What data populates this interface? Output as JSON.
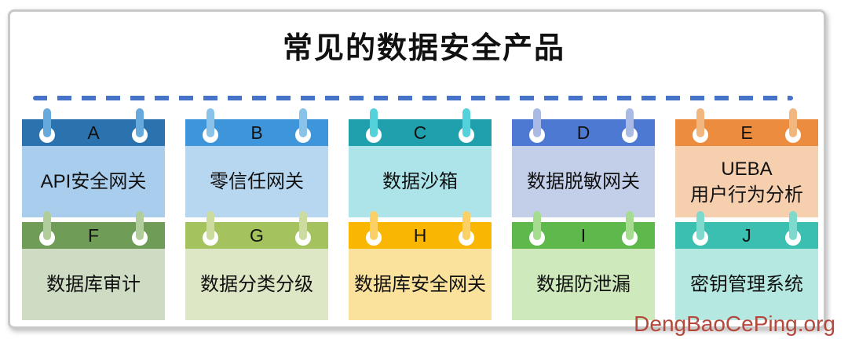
{
  "title": "常见的数据安全产品",
  "watermark": "DengBaoCePing.org",
  "colors": {
    "dash": "#4573C8",
    "watermark": "#B4483C",
    "frame_border": "#C9C9C9",
    "text": "#111111"
  },
  "cards": [
    {
      "letter": "A",
      "label": "API安全网关",
      "header_color": "#2B73AF",
      "body_color": "#A9CDED",
      "pin_color": "#66A9DC"
    },
    {
      "letter": "B",
      "label": "零信任网关",
      "header_color": "#3E95D9",
      "body_color": "#B7D6F0",
      "pin_color": "#8AC3EA"
    },
    {
      "letter": "C",
      "label": "数据沙箱",
      "header_color": "#20A0AC",
      "body_color": "#ACE4EA",
      "pin_color": "#54D2DC"
    },
    {
      "letter": "D",
      "label": "数据脱敏网关",
      "header_color": "#4D79D3",
      "body_color": "#C3CEE9",
      "pin_color": "#A9BBE4"
    },
    {
      "letter": "E",
      "label": "UEBA\n用户行为分析",
      "header_color": "#EC8C3E",
      "body_color": "#F6CFAE",
      "pin_color": "#F2B67F"
    },
    {
      "letter": "F",
      "label": "数据库审计",
      "header_color": "#6F9D57",
      "body_color": "#CFDCC4",
      "pin_color": "#B2CD9C"
    },
    {
      "letter": "G",
      "label": "数据分类分级",
      "header_color": "#A4C35F",
      "body_color": "#DDE7C5",
      "pin_color": "#CBDC9E"
    },
    {
      "letter": "H",
      "label": "数据库安全网关",
      "header_color": "#F9B704",
      "body_color": "#FBE29C",
      "pin_color": "#FBD066"
    },
    {
      "letter": "I",
      "label": "数据防泄漏",
      "header_color": "#5FB84B",
      "body_color": "#CEEABD",
      "pin_color": "#A6DC90"
    },
    {
      "letter": "J",
      "label": "密钥管理系统",
      "header_color": "#3ABFB1",
      "body_color": "#B5E8E1",
      "pin_color": "#7DDACD"
    }
  ]
}
